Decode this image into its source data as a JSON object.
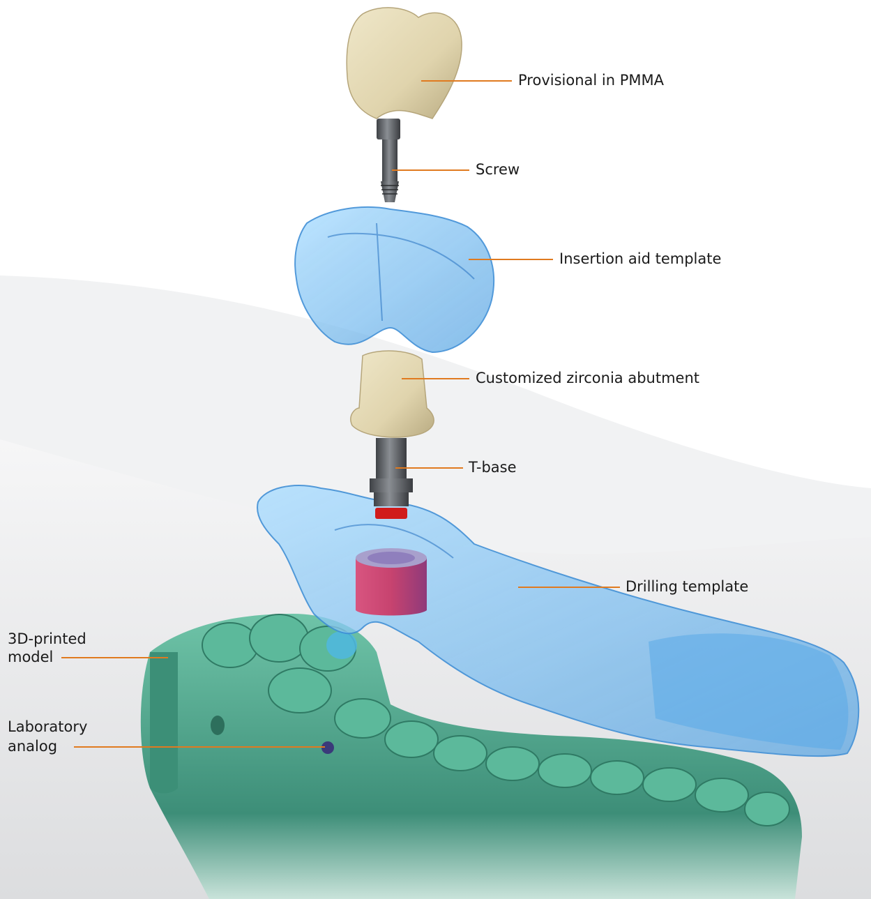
{
  "labels": {
    "provisional": "Provisional in PMMA",
    "screw": "Screw",
    "insertion_aid": "Insertion aid template",
    "abutment": "Customized zirconia abutment",
    "tbase": "T-base",
    "drilling": "Drilling template",
    "model_line1": "3D-printed",
    "model_line2": "model",
    "analog_line1": "Laboratory",
    "analog_line2": "analog"
  },
  "colors": {
    "leader_line": "#e07a1f",
    "text": "#1a1a1a",
    "crown": "#e3d8b4",
    "metal": "#55585c",
    "template_blue": "#7cc0f0",
    "sleeve": "#c9507a",
    "model_green": "#4fa48c",
    "background_grey": "#e6e7e8"
  }
}
